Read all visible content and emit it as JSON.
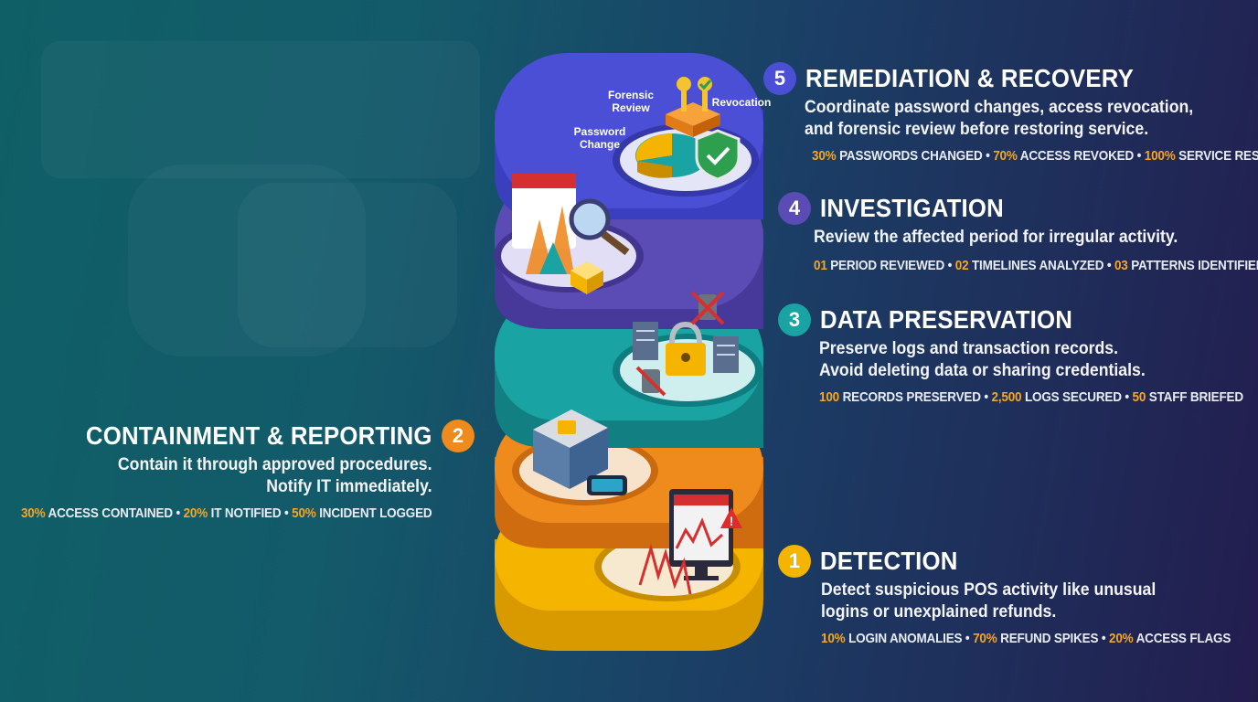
{
  "steps": [
    {
      "id": 1,
      "number": "1",
      "title": "DETECTION",
      "color": "#f4b400",
      "desc": [
        "Detect suspicious POS activity like unusual",
        "logins or unexplained refunds."
      ],
      "stats": [
        {
          "value": "10%",
          "label": "LOGIN ANOMALIES"
        },
        {
          "value": "70%",
          "label": "REFUND SPIKES"
        },
        {
          "value": "20%",
          "label": "ACCESS FLAGS"
        }
      ]
    },
    {
      "id": 2,
      "number": "2",
      "title": "CONTAINMENT & REPORTING",
      "color": "#ef8a1c",
      "desc": [
        "Contain it through approved procedures.",
        "Notify IT immediately."
      ],
      "stats": [
        {
          "value": "30%",
          "label": "ACCESS CONTAINED"
        },
        {
          "value": "20%",
          "label": "IT NOTIFIED"
        },
        {
          "value": "50%",
          "label": "INCIDENT LOGGED"
        }
      ]
    },
    {
      "id": 3,
      "number": "3",
      "title": "DATA PRESERVATION",
      "color": "#1aa3a3",
      "desc": [
        "Preserve logs and transaction records.",
        "Avoid deleting data or sharing credentials."
      ],
      "stats": [
        {
          "value": "100",
          "label": "RECORDS PRESERVED"
        },
        {
          "value": "2,500",
          "label": "LOGS SECURED"
        },
        {
          "value": "50",
          "label": "STAFF BRIEFED"
        }
      ]
    },
    {
      "id": 4,
      "number": "4",
      "title": "INVESTIGATION",
      "color": "#5b4bb5",
      "desc": [
        "Review the affected period for irregular activity."
      ],
      "stats": [
        {
          "value": "01",
          "label": "PERIOD REVIEWED"
        },
        {
          "value": "02",
          "label": "TIMELINES ANALYZED"
        },
        {
          "value": "03",
          "label": "PATTERNS IDENTIFIED"
        }
      ]
    },
    {
      "id": 5,
      "number": "5",
      "title": "REMEDIATION & RECOVERY",
      "color": "#4a4fd6",
      "desc": [
        "Coordinate password changes, access revocation,",
        "and forensic review before restoring service."
      ],
      "stats": [
        {
          "value": "30%",
          "label": "PASSWORDS CHANGED"
        },
        {
          "value": "70%",
          "label": "ACCESS REVOKED"
        },
        {
          "value": "100%",
          "label": "SERVICE RESTORED"
        }
      ]
    }
  ],
  "icon_labels": {
    "forensic_review": "Forensic Review",
    "revocation": "Revocation",
    "password_change": "Password Change"
  },
  "stat_separator": " • "
}
